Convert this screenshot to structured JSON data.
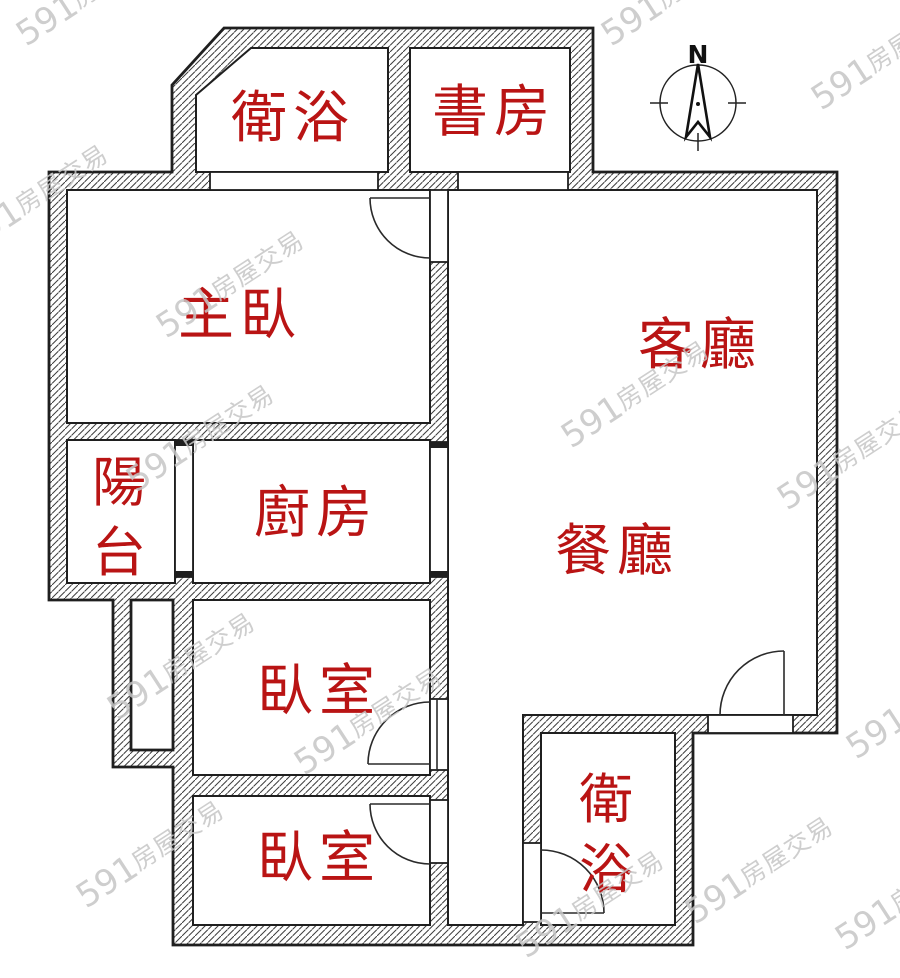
{
  "plan": {
    "colors": {
      "label_red": "#b91414",
      "wall_line": "#1f1f1f",
      "hatch_line": "#3d3d3d",
      "watermark_gray": "#c6c6c6"
    },
    "rooms": {
      "bath_top": {
        "label": "衛浴"
      },
      "study": {
        "label": "書房"
      },
      "master": {
        "label": "主臥"
      },
      "living": {
        "label": "客廳"
      },
      "dining": {
        "label": "餐廳"
      },
      "kitchen": {
        "label": "廚房"
      },
      "bedroom1": {
        "label": "臥室"
      },
      "bedroom2": {
        "label": "臥室"
      },
      "balcony": {
        "chars": [
          "陽",
          "台"
        ]
      },
      "bath_bottom": {
        "chars": [
          "衛",
          "浴"
        ]
      }
    },
    "compass": {
      "label": "N"
    },
    "watermark": {
      "brand": "591",
      "suffix": "房屋交易"
    }
  }
}
